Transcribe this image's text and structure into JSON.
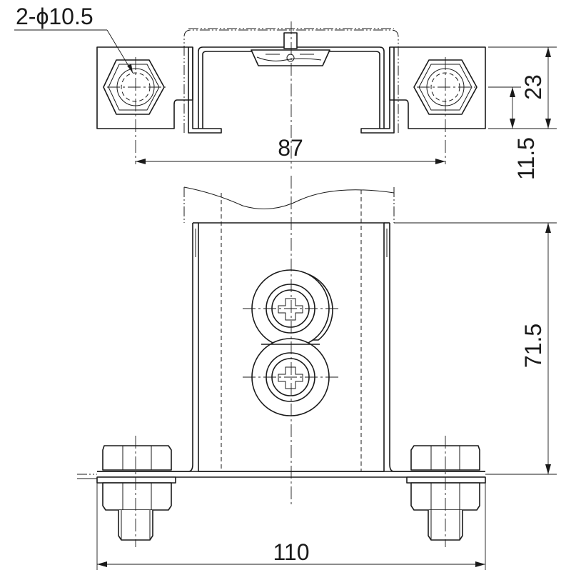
{
  "top_view": {
    "hole_callout": "2-ϕ10.5",
    "dim_hole_spacing": "87",
    "dim_height": "23",
    "dim_lower_height": "11.5"
  },
  "front_view": {
    "dim_height": "71.5",
    "dim_base_width": "110"
  }
}
